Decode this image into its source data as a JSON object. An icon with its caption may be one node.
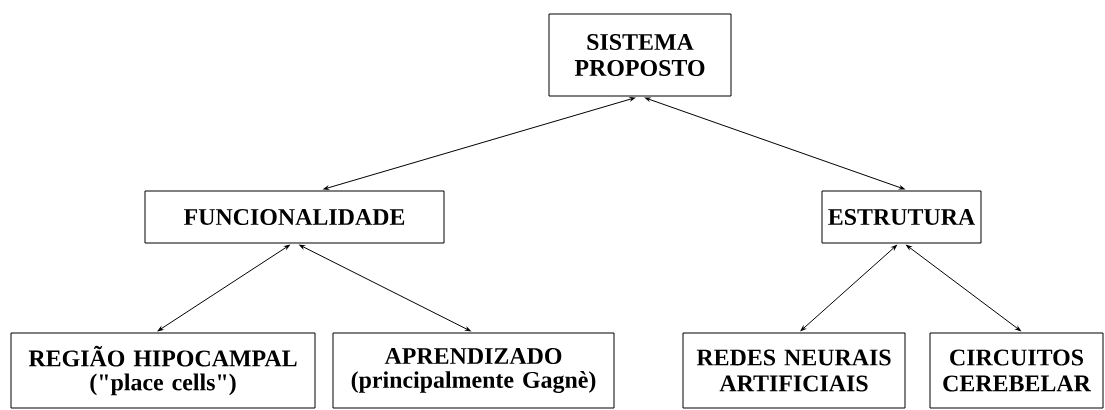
{
  "diagram": {
    "nodes": [
      {
        "text": [
          "SISTEMA PROPOSTO"
        ]
      },
      {
        "text": [
          "FUNCIONALIDADE"
        ]
      },
      {
        "text": [
          "ESTRUTURA"
        ]
      },
      {
        "text": [
          "REGIÃO HIPOCAMPAL",
          "(\"place cells\")"
        ]
      },
      {
        "text": [
          "APRENDIZADO",
          "(principalmente Gagnè)"
        ]
      },
      {
        "text": [
          "REDES NEURAIS ARTIFICIAIS"
        ]
      },
      {
        "text": [
          "CIRCUITOS CEREBELAR"
        ]
      }
    ],
    "edges": [
      {
        "from": 0,
        "to": 1,
        "arrow": "both"
      },
      {
        "from": 0,
        "to": 2,
        "arrow": "both"
      },
      {
        "from": 1,
        "to": 3,
        "arrow": "both"
      },
      {
        "from": 1,
        "to": 4,
        "arrow": "both"
      },
      {
        "from": 2,
        "to": 5,
        "arrow": "both"
      },
      {
        "from": 2,
        "to": 6,
        "arrow": "both"
      }
    ]
  }
}
